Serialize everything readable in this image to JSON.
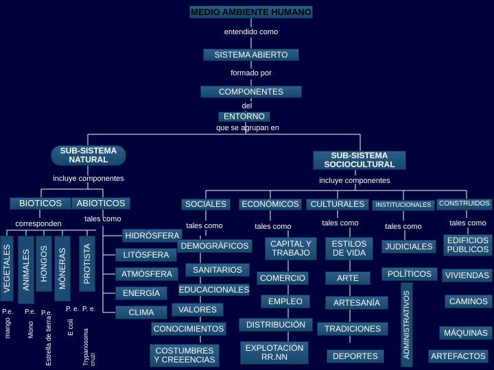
{
  "colors": {
    "background": "#00003b",
    "box": "#1d4e78",
    "line": "#ffffff"
  },
  "nodes": {
    "medio": "MEDIO AMBIENTE HUMANO",
    "sistema": "SISTEMA ABIERTO",
    "componentes": "COMPONENTES",
    "entorno": "ENTORNO",
    "natural": "SUB-SISTEMA NATURAL",
    "socio": "SUB-SISTEMA SOCIOCULTURAL",
    "bioticos": "BIOTICOS",
    "abioticos": "ABIOTICOS",
    "sociales": "SOCIALES",
    "economicos": "ECONÓMICOS",
    "culturales": "CULTURALES",
    "institucionales": "INSTITUCIONALES",
    "construidos": "CONSTRUIDOS"
  },
  "links": {
    "entendido": "entendido como",
    "formado": "formado por",
    "del": "del",
    "agrupan": "que se agrupan en",
    "incluye_nat": "incluye componentes",
    "incluye_soc": "incluye componentes",
    "corresponden": "corresponden",
    "tales_abio": "tales como",
    "tales_soc": "tales como",
    "tales_eco": "tales como",
    "tales_cul": "tales como",
    "tales_ins": "tales como",
    "tales_con": "tales como"
  },
  "bioticos": [
    "VEGETALES",
    "ANIMALES",
    "HONGOS",
    "MÓNERAS",
    "PROTISTA"
  ],
  "abioticos": [
    "HIDRÓSFERA",
    "LITÓSFERA",
    "ATMÓSFERA",
    "ENERGÍA",
    "CLIMA"
  ],
  "sociales": [
    "DEMOGRÁFICOS",
    "SANITARIOS",
    "EDUCACIONALES",
    "VALORES",
    "CONOCIMIENTOS",
    "COSTUMBRES Y CREEENCIAS"
  ],
  "economicos": [
    "CAPITAL Y TRABAJO",
    "COMERCIO",
    "EMPLEO",
    "DISTRIBUCIÓN",
    "EXPLOTACIÓN RR.NN"
  ],
  "culturales": [
    "ESTILOS DE VIDA",
    "ARTE",
    "ARTESANÍA",
    "TRADICIONES",
    "DEPORTES"
  ],
  "institucionales": [
    "JUDICIALES",
    "POLÍTICOS",
    "ADMINISTRATIVOS"
  ],
  "construidos": [
    "EDIFICIOS PÚBLICOS",
    "VIVIENDAS",
    "CAMINOS",
    "MÁQUINAS",
    "ARTEFACTOS"
  ],
  "examples": {
    "pe1": "P.e.",
    "mango": "mango",
    "pe2": "P.e.",
    "mono": "Mono",
    "pe3": "P.e.",
    "estrella": "Estrella de tierra",
    "pe4": "P. e.",
    "ecoli": "E coli",
    "pe5": "P. e.",
    "trypanosoma": "Trypanosoma cruzi"
  }
}
